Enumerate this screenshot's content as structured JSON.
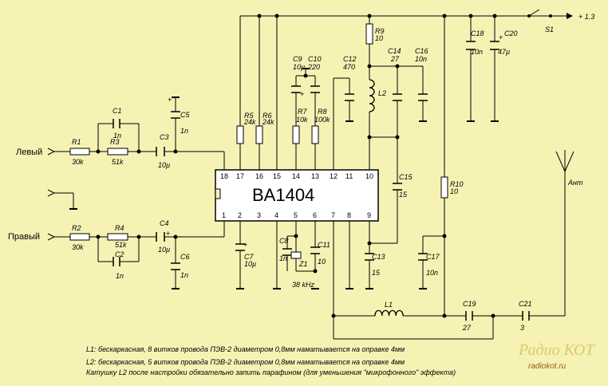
{
  "chip": {
    "name": "BA1404",
    "pins_top": [
      "18",
      "17",
      "16",
      "15",
      "14",
      "13",
      "12",
      "11",
      "10"
    ],
    "pins_bottom": [
      "1",
      "2",
      "3",
      "4",
      "5",
      "6",
      "7",
      "8",
      "9"
    ]
  },
  "inputs": {
    "left": "Левый",
    "right": "Правый"
  },
  "power": {
    "switch": "S1",
    "supply": "+ 1.3"
  },
  "antenna": "Ант",
  "crystal": {
    "ref": "Z1",
    "freq": "38 kHz"
  },
  "components": {
    "R1": {
      "ref": "R1",
      "val": "30k"
    },
    "R2": {
      "ref": "R2",
      "val": "30k"
    },
    "R3": {
      "ref": "R3",
      "val": "51k"
    },
    "R4": {
      "ref": "R4",
      "val": "51k"
    },
    "R5": {
      "ref": "R5",
      "val": "24k"
    },
    "R6": {
      "ref": "R6",
      "val": "24k"
    },
    "R7": {
      "ref": "R7",
      "val": "10k"
    },
    "R8": {
      "ref": "R8",
      "val": "100k"
    },
    "R9": {
      "ref": "R9",
      "val": "10"
    },
    "R10": {
      "ref": "R10",
      "val": "10"
    },
    "C1": {
      "ref": "C1",
      "val": "1n"
    },
    "C2": {
      "ref": "C2",
      "val": "1n"
    },
    "C3": {
      "ref": "C3",
      "val": "10µ"
    },
    "C4": {
      "ref": "C4",
      "val": "10µ"
    },
    "C5": {
      "ref": "C5",
      "val": "1n"
    },
    "C6": {
      "ref": "C6",
      "val": "1n"
    },
    "C7": {
      "ref": "C7",
      "val": "10µ"
    },
    "C8": {
      "ref": "C8",
      "val": "1n"
    },
    "C9": {
      "ref": "C9",
      "val": "10µ"
    },
    "C10": {
      "ref": "C10",
      "val": "220"
    },
    "C11": {
      "ref": "C11",
      "val": "10"
    },
    "C12": {
      "ref": "C12",
      "val": "470"
    },
    "C13": {
      "ref": "C13",
      "val": "15"
    },
    "C14": {
      "ref": "C14",
      "val": "27"
    },
    "C15": {
      "ref": "C15",
      "val": "15"
    },
    "C16": {
      "ref": "C16",
      "val": "10n"
    },
    "C17": {
      "ref": "C17",
      "val": "10n"
    },
    "C18": {
      "ref": "C18",
      "val": "10n"
    },
    "C19": {
      "ref": "C19",
      "val": "27"
    },
    "C20": {
      "ref": "C20",
      "val": "47µ"
    },
    "C21": {
      "ref": "C21",
      "val": "3"
    },
    "L1": {
      "ref": "L1"
    },
    "L2": {
      "ref": "L2"
    }
  },
  "notes": [
    "L1: бескаркасная, 8 витков провода ПЭВ-2 диаметром 0,8мм наматывается на оправке 4мм",
    "L2: бескаркасная, 5 витков провода ПЭВ-2 диаметром 0,8мм наматывается на оправке 4мм",
    "Катушку L2 после настройки обязательно запить парафином (для уменьшения \"микрофонного\" эффекта)"
  ],
  "brand": {
    "logo": "Радио КОТ",
    "url": "radiokot.ru"
  }
}
